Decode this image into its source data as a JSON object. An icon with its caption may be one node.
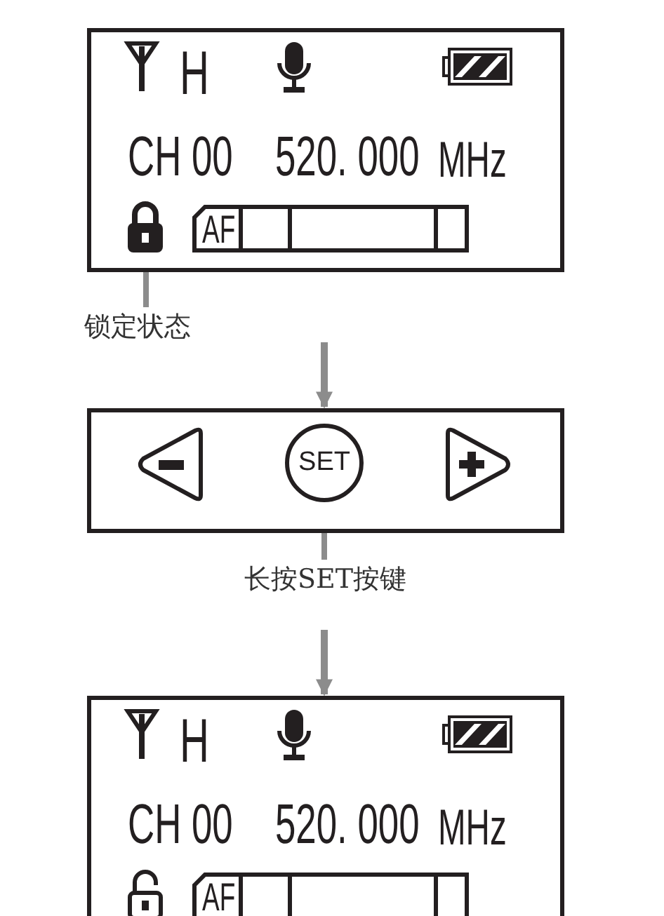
{
  "diagram": {
    "nodes": [
      {
        "text": [
          "H",
          "CH 00",
          "520. 000",
          "MHz",
          "AF"
        ]
      },
      {
        "text": [],
        "shape": "lock",
        "in": 0
      },
      {
        "text": [
          "锁定状态"
        ]
      },
      {
        "text": [],
        "shape": "box"
      },
      {
        "text": [],
        "shape": "triangle",
        "in": 3
      },
      {
        "text": [
          "SET"
        ],
        "in": 3
      },
      {
        "text": [],
        "shape": "triangle",
        "in": 3
      },
      {
        "text": [
          "长按SET按键"
        ]
      },
      {
        "text": [
          "H",
          "CH 00",
          "520. 000",
          "MHz",
          "AF"
        ]
      },
      {
        "text": [],
        "shape": "lock",
        "in": 8
      }
    ],
    "edges": [
      {
        "from": 2,
        "to": 1,
        "arrow": "none"
      },
      {
        "from": null,
        "to": 3,
        "arrow": "to"
      },
      {
        "from": 7,
        "to": 5,
        "arrow": "none"
      },
      {
        "from": null,
        "to": 8,
        "arrow": "to"
      }
    ]
  }
}
